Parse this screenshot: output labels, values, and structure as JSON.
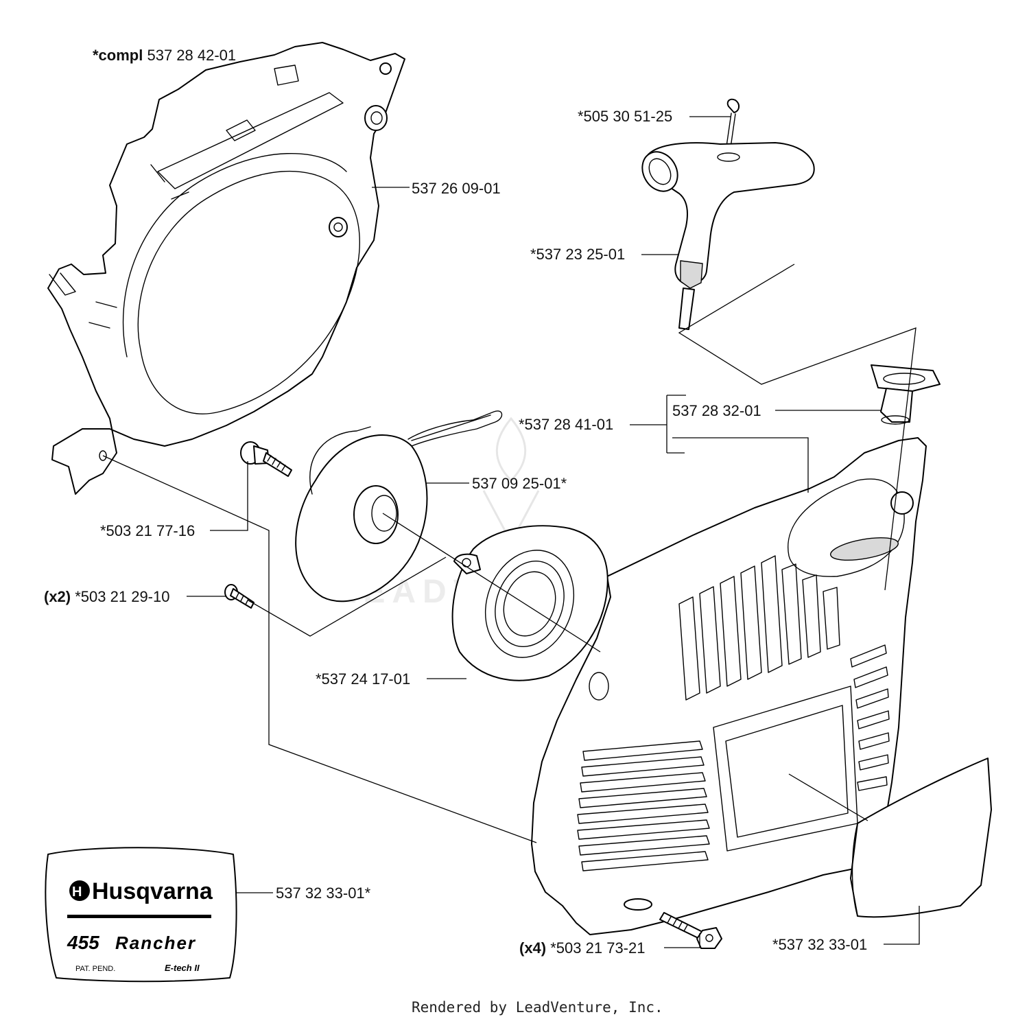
{
  "callouts": {
    "fan_housing_compl": {
      "prefix": "*compl",
      "number": "537 28 42-01"
    },
    "fan_housing": {
      "number": "537 26 09-01"
    },
    "rope_lock": {
      "number": "*505 30 51-25"
    },
    "starter_handle": {
      "number": "*537 23 25-01"
    },
    "starter_cover_assy": {
      "number": "*537 28 41-01"
    },
    "rope_guide": {
      "number": "537 28 32-01"
    },
    "rope_pulley": {
      "number": "537 09 25-01*"
    },
    "pulley_screw": {
      "number": "*503 21 77-16"
    },
    "screw_x2": {
      "qty": "(x2)",
      "number": "*503 21 29-10"
    },
    "recoil_spring": {
      "number": "*537 24 17-01"
    },
    "decal": {
      "number": "537 32 33-01*"
    },
    "decal_plate": {
      "number": "*537 32 33-01"
    },
    "screw_x4": {
      "qty": "(x4)",
      "number": "*503 21 73-21"
    }
  },
  "decal_label": {
    "brand": "Husqvarna",
    "model_number": "455",
    "model_name": "Rancher",
    "patent": "PAT. PEND.",
    "tech": "E-tech II"
  },
  "footer": {
    "text": "Rendered by LeadVenture, Inc."
  },
  "watermark": {
    "text": "LEADVENTURE"
  }
}
